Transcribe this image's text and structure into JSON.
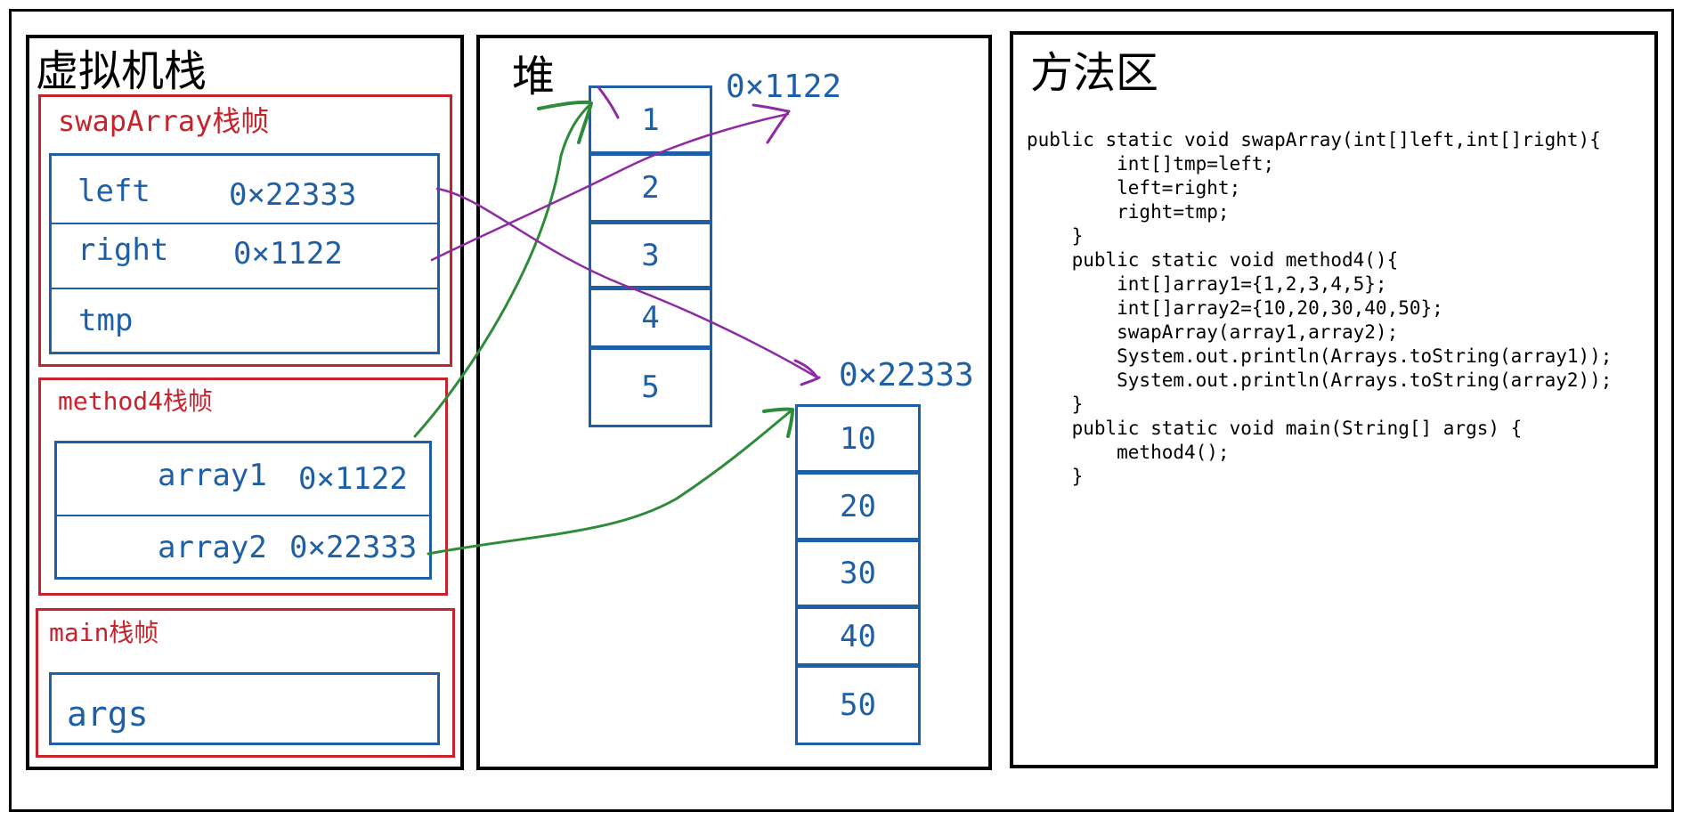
{
  "stack": {
    "title": "虚拟机栈",
    "swap_frame": {
      "label": "swapArray栈帧",
      "vars": [
        {
          "name": "left",
          "value": "0×22333"
        },
        {
          "name": "right",
          "value": "0×1122"
        },
        {
          "name": "tmp",
          "value": ""
        }
      ]
    },
    "method4_frame": {
      "label": "method4栈帧",
      "vars": [
        {
          "name": "array1",
          "value": "0×1122"
        },
        {
          "name": "array2",
          "value": "0×22333"
        }
      ]
    },
    "main_frame": {
      "label": "main栈帧",
      "vars": [
        {
          "name": "args"
        }
      ]
    }
  },
  "heap": {
    "title": "堆",
    "array1": {
      "address": "0×1122",
      "cells": [
        "1",
        "2",
        "3",
        "4",
        "5"
      ]
    },
    "array2": {
      "address": "0×22333",
      "cells": [
        "10",
        "20",
        "30",
        "40",
        "50"
      ]
    }
  },
  "method_area": {
    "title": "方法区",
    "code_lines": [
      "public static void swapArray(int[]left,int[]right){",
      "        int[]tmp=left;",
      "        left=right;",
      "        right=tmp;",
      "    }",
      "    public static void method4(){",
      "        int[]array1={1,2,3,4,5};",
      "        int[]array2={10,20,30,40,50};",
      "        swapArray(array1,array2);",
      "        System.out.println(Arrays.toString(array1));",
      "        System.out.println(Arrays.toString(array2));",
      "    }",
      "    public static void main(String[] args) {",
      "        method4();",
      "    }"
    ]
  },
  "colors": {
    "frame": "#c8232c",
    "box": "#1f5fa5",
    "arrow_reference": "#2e8b3a",
    "arrow_swapped": "#8e2aa3"
  }
}
